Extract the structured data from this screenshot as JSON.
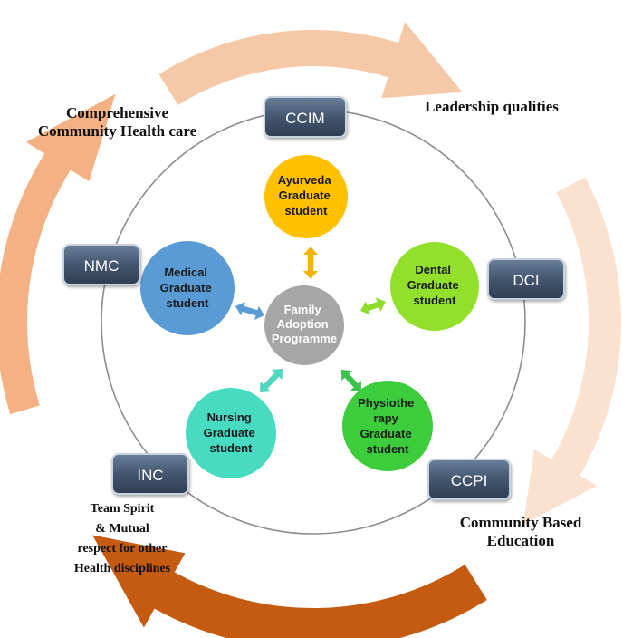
{
  "center": {
    "lines": [
      "Family",
      "Adoption",
      "Programme"
    ],
    "color": "#a6a6a6"
  },
  "students": [
    {
      "name": "ayurveda",
      "lines": [
        "Ayurveda",
        "Graduate",
        "student"
      ],
      "color": "#ffc000",
      "arrow_color": "#f4b400"
    },
    {
      "name": "dental",
      "lines": [
        "Dental",
        "Graduate",
        "student"
      ],
      "color": "#92e02c",
      "arrow_color": "#8fdc2a"
    },
    {
      "name": "physiotherapy",
      "lines": [
        "Physiothe",
        "rapy",
        "Graduate",
        "student"
      ],
      "color": "#3ccc3c",
      "arrow_color": "#3cc24a"
    },
    {
      "name": "nursing",
      "lines": [
        "Nursing",
        "Graduate",
        "student"
      ],
      "color": "#47dcc2",
      "arrow_color": "#4fd6c0"
    },
    {
      "name": "medical",
      "lines": [
        "Medical",
        "Graduate",
        "student"
      ],
      "color": "#5b9bd5",
      "arrow_color": "#5b9bd5"
    }
  ],
  "councils": [
    {
      "name": "ccim",
      "label": "CCIM"
    },
    {
      "name": "dci",
      "label": "DCI"
    },
    {
      "name": "ccpi",
      "label": "CCPI"
    },
    {
      "name": "inc",
      "label": "INC"
    },
    {
      "name": "nmc",
      "label": "NMC"
    }
  ],
  "outcomes": {
    "top_left": [
      "Comprehensive",
      "Community Health care"
    ],
    "top_right": [
      "Leadership qualities"
    ],
    "bottom_right": [
      "Community Based",
      "Education"
    ],
    "bottom_left": [
      "Team Spirit",
      "& Mutual",
      "respect for other",
      "Health disciplines"
    ]
  },
  "cycle_arrow_colors": {
    "top": "#f5c9a8",
    "right": "#fbe1d0",
    "bottom": "#c55a11",
    "left": "#f4b183"
  }
}
